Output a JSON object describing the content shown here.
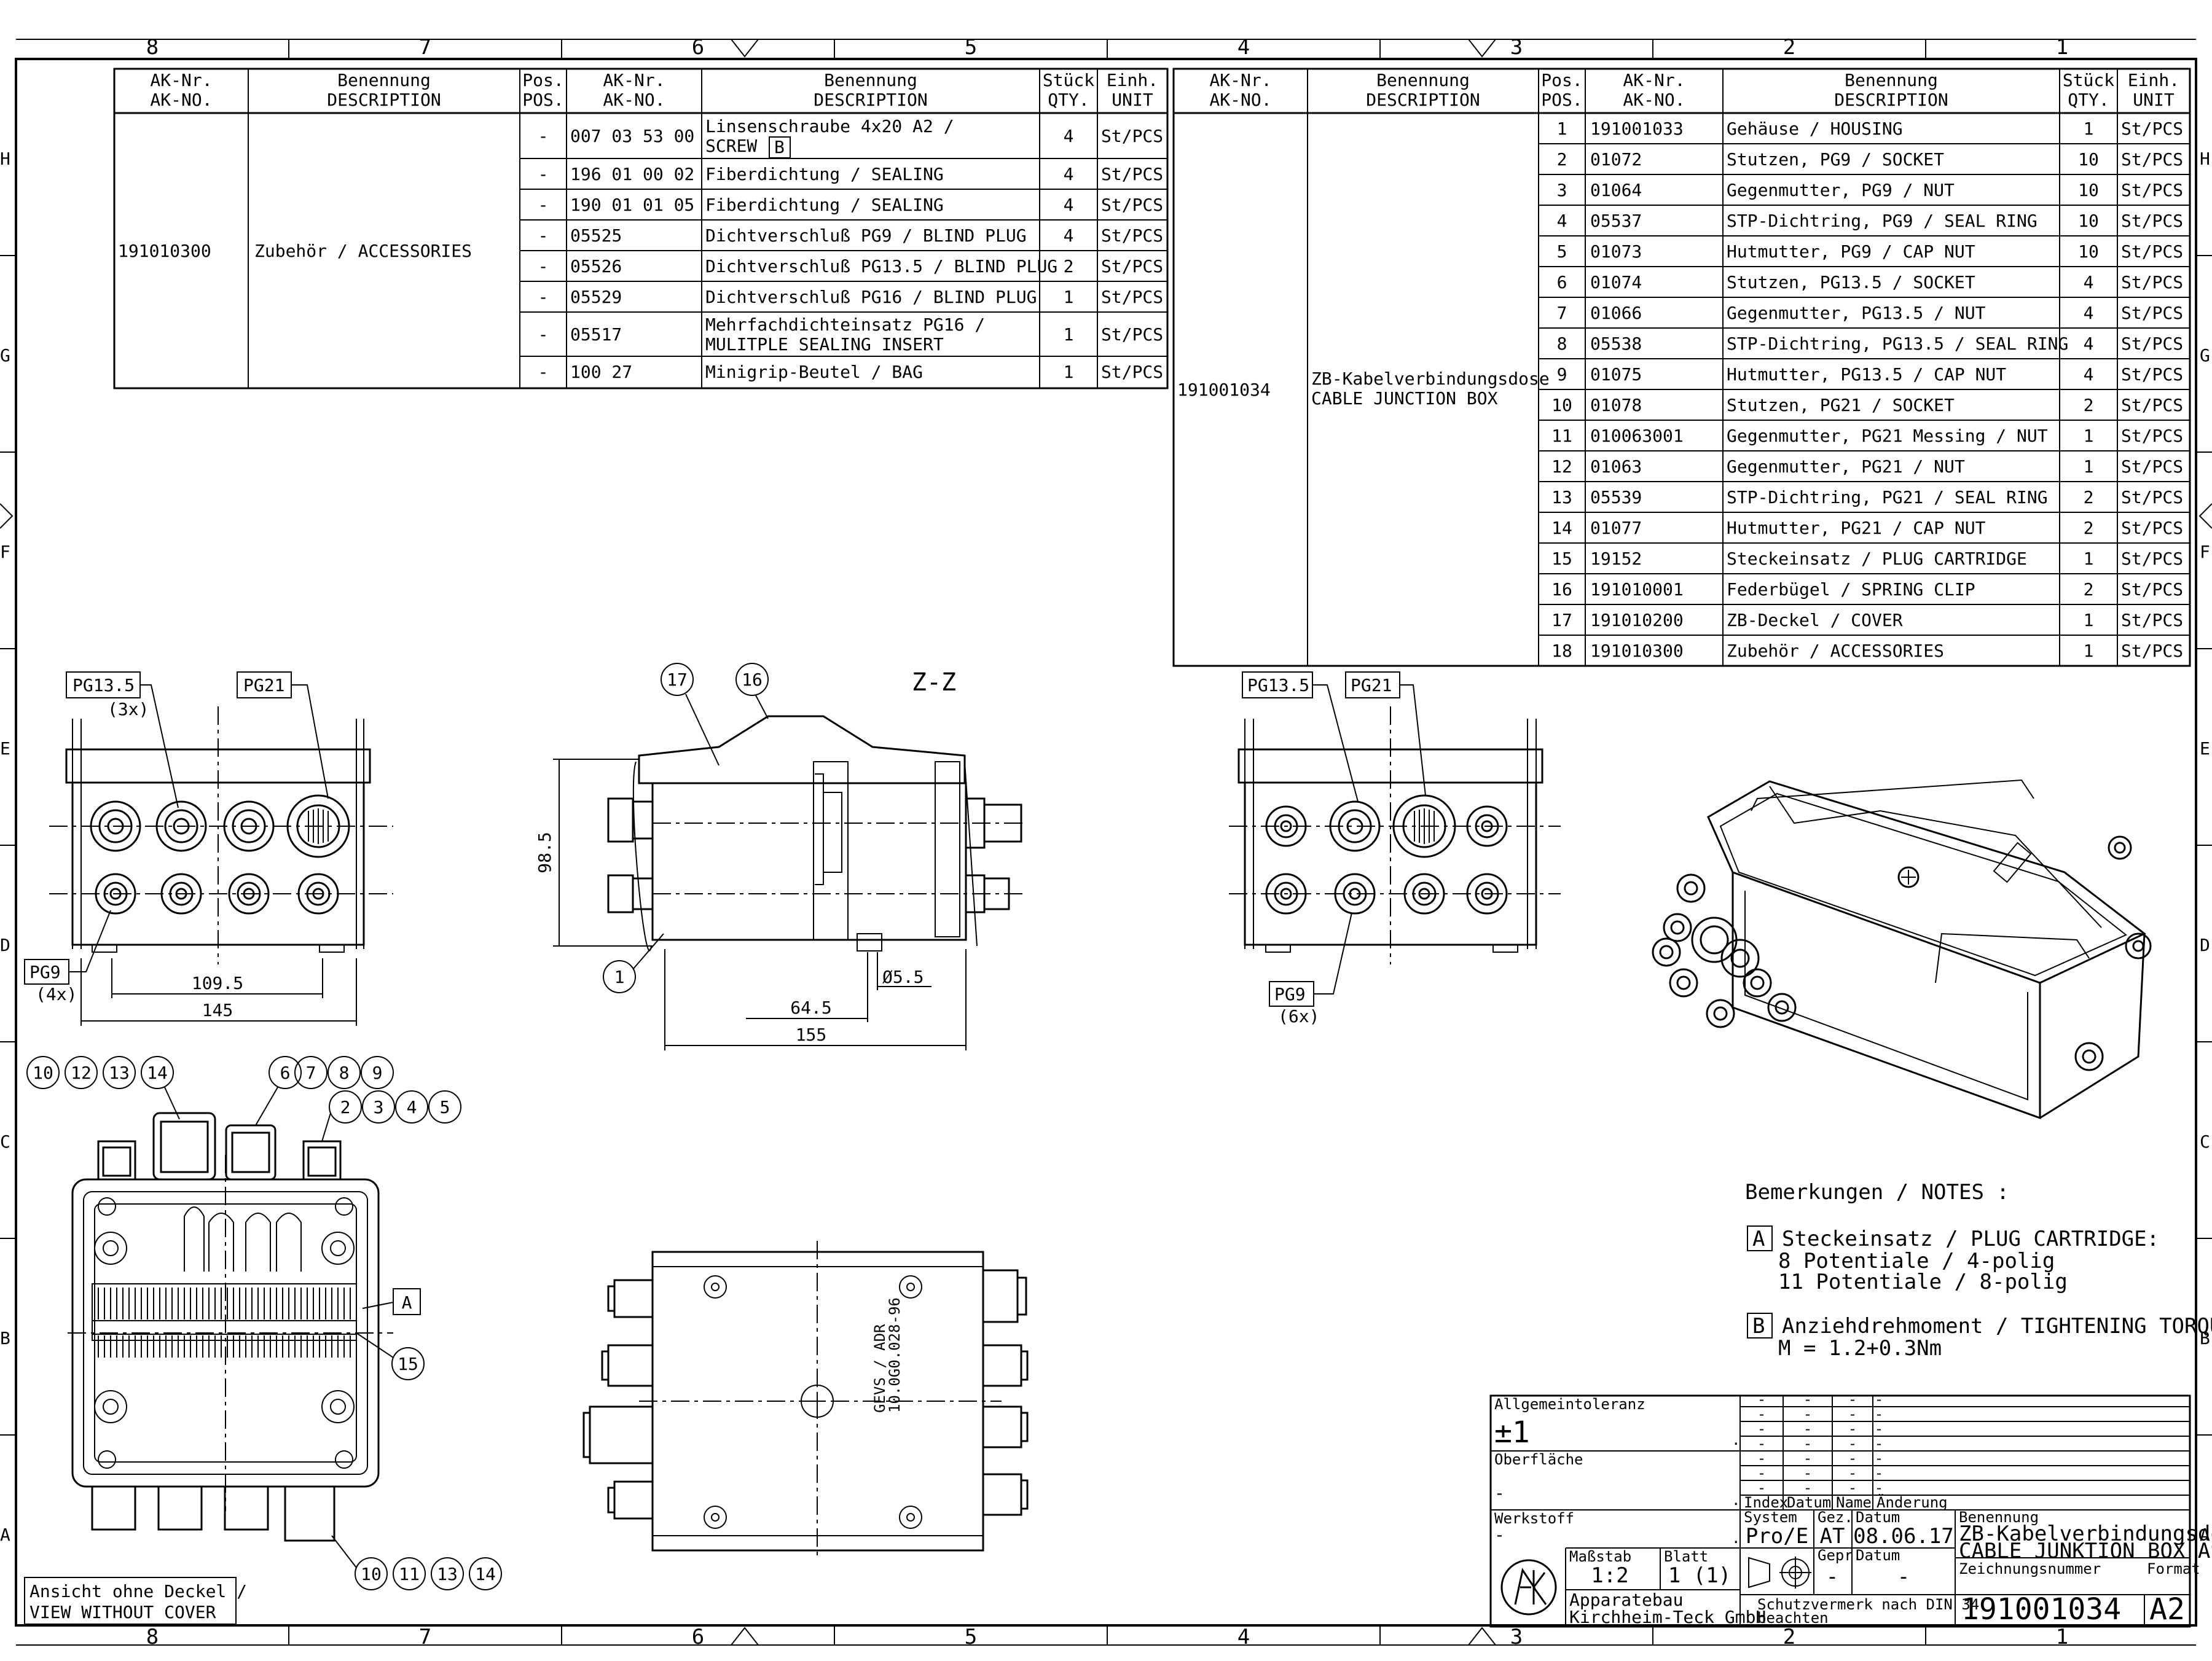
{
  "frame": {
    "columns": [
      "8",
      "7",
      "6",
      "5",
      "4",
      "3",
      "2",
      "1"
    ],
    "rows": [
      "H",
      "G",
      "F",
      "E",
      "D",
      "C",
      "B",
      "A"
    ]
  },
  "parts_left": {
    "headers": {
      "ak_nr": "AK-Nr.",
      "ak_no": "AK-NO.",
      "ben": "Benennung",
      "desc": "DESCRIPTION",
      "pos": "Pos.",
      "pos_en": "POS.",
      "ak_nr2": "AK-Nr.",
      "ak_no2": "AK-NO.",
      "ben2": "Benennung",
      "desc2": "DESCRIPTION",
      "qty": "Stück",
      "qty_en": "QTY.",
      "unit": "Einh.",
      "unit_en": "UNIT"
    },
    "group_no": "191010300",
    "group_name": "Zubehör / ACCESSORIES",
    "rows": [
      {
        "pos": "-",
        "no": "007 03 53 00",
        "desc": "Linsenschraube 4x20 A2 /",
        "desc2": "SCREW",
        "box": "B",
        "qty": "4",
        "unit": "St/PCS"
      },
      {
        "pos": "-",
        "no": "196 01 00 02",
        "desc": "Fiberdichtung / SEALING",
        "qty": "4",
        "unit": "St/PCS"
      },
      {
        "pos": "-",
        "no": "190 01 01 05",
        "desc": "Fiberdichtung / SEALING",
        "qty": "4",
        "unit": "St/PCS"
      },
      {
        "pos": "-",
        "no": "05525",
        "desc": "Dichtverschluß PG9 / BLIND PLUG",
        "qty": "4",
        "unit": "St/PCS"
      },
      {
        "pos": "-",
        "no": "05526",
        "desc": "Dichtverschluß PG13.5 / BLIND PLUG",
        "qty": "2",
        "unit": "St/PCS"
      },
      {
        "pos": "-",
        "no": "05529",
        "desc": "Dichtverschluß PG16 / BLIND PLUG",
        "qty": "1",
        "unit": "St/PCS"
      },
      {
        "pos": "-",
        "no": "05517",
        "desc": "Mehrfachdichteinsatz PG16 /",
        "desc2": "MULITPLE SEALING INSERT",
        "qty": "1",
        "unit": "St/PCS"
      },
      {
        "pos": "-",
        "no": "100 27",
        "desc": "Minigrip-Beutel / BAG",
        "qty": "1",
        "unit": "St/PCS"
      }
    ]
  },
  "parts_right": {
    "group_no": "191001034",
    "group_name": "ZB-Kabelverbindungsdose",
    "group_name2": "CABLE JUNCTION BOX",
    "rows": [
      {
        "pos": "1",
        "no": "191001033",
        "desc": "Gehäuse / HOUSING",
        "qty": "1",
        "unit": "St/PCS"
      },
      {
        "pos": "2",
        "no": "01072",
        "desc": "Stutzen, PG9 / SOCKET",
        "qty": "10",
        "unit": "St/PCS"
      },
      {
        "pos": "3",
        "no": "01064",
        "desc": "Gegenmutter, PG9 / NUT",
        "qty": "10",
        "unit": "St/PCS"
      },
      {
        "pos": "4",
        "no": "05537",
        "desc": "STP-Dichtring, PG9 / SEAL RING",
        "qty": "10",
        "unit": "St/PCS"
      },
      {
        "pos": "5",
        "no": "01073",
        "desc": "Hutmutter, PG9 / CAP NUT",
        "qty": "10",
        "unit": "St/PCS"
      },
      {
        "pos": "6",
        "no": "01074",
        "desc": "Stutzen, PG13.5 / SOCKET",
        "qty": "4",
        "unit": "St/PCS"
      },
      {
        "pos": "7",
        "no": "01066",
        "desc": "Gegenmutter, PG13.5 / NUT",
        "qty": "4",
        "unit": "St/PCS"
      },
      {
        "pos": "8",
        "no": "05538",
        "desc": "STP-Dichtring, PG13.5 / SEAL RING",
        "qty": "4",
        "unit": "St/PCS"
      },
      {
        "pos": "9",
        "no": "01075",
        "desc": "Hutmutter, PG13.5 / CAP NUT",
        "qty": "4",
        "unit": "St/PCS"
      },
      {
        "pos": "10",
        "no": "01078",
        "desc": "Stutzen, PG21 / SOCKET",
        "qty": "2",
        "unit": "St/PCS"
      },
      {
        "pos": "11",
        "no": "010063001",
        "desc": "Gegenmutter, PG21 Messing / NUT",
        "qty": "1",
        "unit": "St/PCS"
      },
      {
        "pos": "12",
        "no": "01063",
        "desc": "Gegenmutter, PG21 / NUT",
        "qty": "1",
        "unit": "St/PCS"
      },
      {
        "pos": "13",
        "no": "05539",
        "desc": "STP-Dichtring, PG21 / SEAL RING",
        "qty": "2",
        "unit": "St/PCS"
      },
      {
        "pos": "14",
        "no": "01077",
        "desc": "Hutmutter, PG21 / CAP NUT",
        "qty": "2",
        "unit": "St/PCS"
      },
      {
        "pos": "15",
        "no": "19152",
        "desc": "Steckeinsatz / PLUG CARTRIDGE",
        "qty": "1",
        "unit": "St/PCS"
      },
      {
        "pos": "16",
        "no": "191010001",
        "desc": "Federbügel / SPRING CLIP",
        "qty": "2",
        "unit": "St/PCS"
      },
      {
        "pos": "17",
        "no": "191010200",
        "desc": "ZB-Deckel / COVER",
        "qty": "1",
        "unit": "St/PCS"
      },
      {
        "pos": "18",
        "no": "191010300",
        "desc": "Zubehör / ACCESSORIES",
        "qty": "1",
        "unit": "St/PCS"
      }
    ]
  },
  "views": {
    "pg135_3x": "PG13.5",
    "pg135_3x_count": "(3x)",
    "pg21": "PG21",
    "pg9_4x": "PG9",
    "pg9_4x_count": "(4x)",
    "dim_1095": "109.5",
    "dim_145": "145",
    "section": "Z-Z",
    "dim_985": "98.5",
    "dim_645": "64.5",
    "dim_155": "155",
    "dim_d55": "Ø5.5",
    "pg135_b": "PG13.5",
    "pg21_b": "PG21",
    "pg9_6x": "PG9",
    "pg9_6x_count": "(6x)",
    "note_view1": "Ansicht ohne Deckel /",
    "note_view2": "VIEW WITHOUT COVER",
    "label_a": "A",
    "label_mark1": "GEVS / ADR",
    "label_mark2": "10.0G0.028-96"
  },
  "balloons": {
    "b1": "1",
    "b17": "17",
    "b16": "16",
    "b15": "15",
    "top_left": [
      "10",
      "12",
      "13",
      "14"
    ],
    "top_mid": [
      "6",
      "7",
      "8",
      "9"
    ],
    "top_right": [
      "2",
      "3",
      "4",
      "5"
    ],
    "bottom": [
      "10",
      "11",
      "13",
      "14"
    ]
  },
  "notes": {
    "title": "Bemerkungen / NOTES :",
    "a_box": "A",
    "a_line1": "Steckeinsatz / PLUG CARTRIDGE:",
    "a_line2": "8 Potentiale / 4-polig",
    "a_line3": "11 Potentiale / 8-polig",
    "b_box": "B",
    "b_line1": "Anziehdrehmoment / TIGHTENING TORQUE:",
    "b_line2": "M = 1.2+0.3Nm"
  },
  "title_block": {
    "tolerance_label": "Allgemeintoleranz",
    "tolerance_val": "±1",
    "surface_label": "Oberfläche",
    "surface_val": "-",
    "material_label": "Werkstoff",
    "material_val": "-",
    "scale_label": "Maßstab",
    "scale_val": "1:2",
    "sheet_label": "Blatt",
    "sheet_val": "1 (1)",
    "company1": "Apparatebau",
    "company2": "Kirchheim-Teck GmbH",
    "index_label": "Index",
    "date_label": "Datum",
    "name_label": "Name",
    "change_label": "Änderung",
    "system_label": "System",
    "system_val": "Pro/E",
    "drawn_label": "Gez.",
    "drawn_val": "AT",
    "datum_label": "Datum",
    "datum_val": "08.06.17",
    "checked_label": "Gepr.",
    "checked_val": "-",
    "datum2_label": "Datum",
    "datum2_val": "-",
    "protect1": "Schutzvermerk nach DIN 34",
    "protect2": "beachten",
    "name_label2": "Benennung",
    "name1": "ZB-Kabelverbindungsdose",
    "name2": "CABLE JUNKTION BOX ASSY.",
    "drawing_no_label": "Zeichnungsnummer",
    "drawing_no": "191001034",
    "format_label": "Format",
    "format_val": "A2",
    "dash": "-",
    "dot": "."
  }
}
